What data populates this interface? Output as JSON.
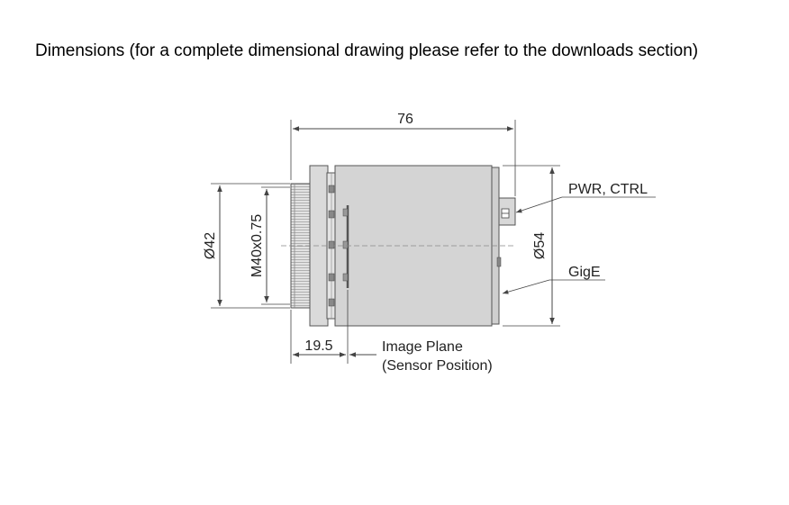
{
  "heading": "Dimensions (for a complete dimensional drawing please refer to the downloads section)",
  "drawing": {
    "length_label": "76",
    "outer_diameter_label": "Ø42",
    "mount_thread_label": "M40x0.75",
    "body_diameter_label": "Ø54",
    "flange_distance_label": "19.5",
    "image_plane_label_line1": "Image Plane",
    "image_plane_label_line2": "(Sensor Position)",
    "connector_power_label": "PWR, CTRL",
    "connector_gige_label": "GigE"
  },
  "colors": {
    "body_fill": "#d4d4d4",
    "flange_fill": "#dadada",
    "outline": "#555555",
    "dimension_line": "#444444"
  }
}
